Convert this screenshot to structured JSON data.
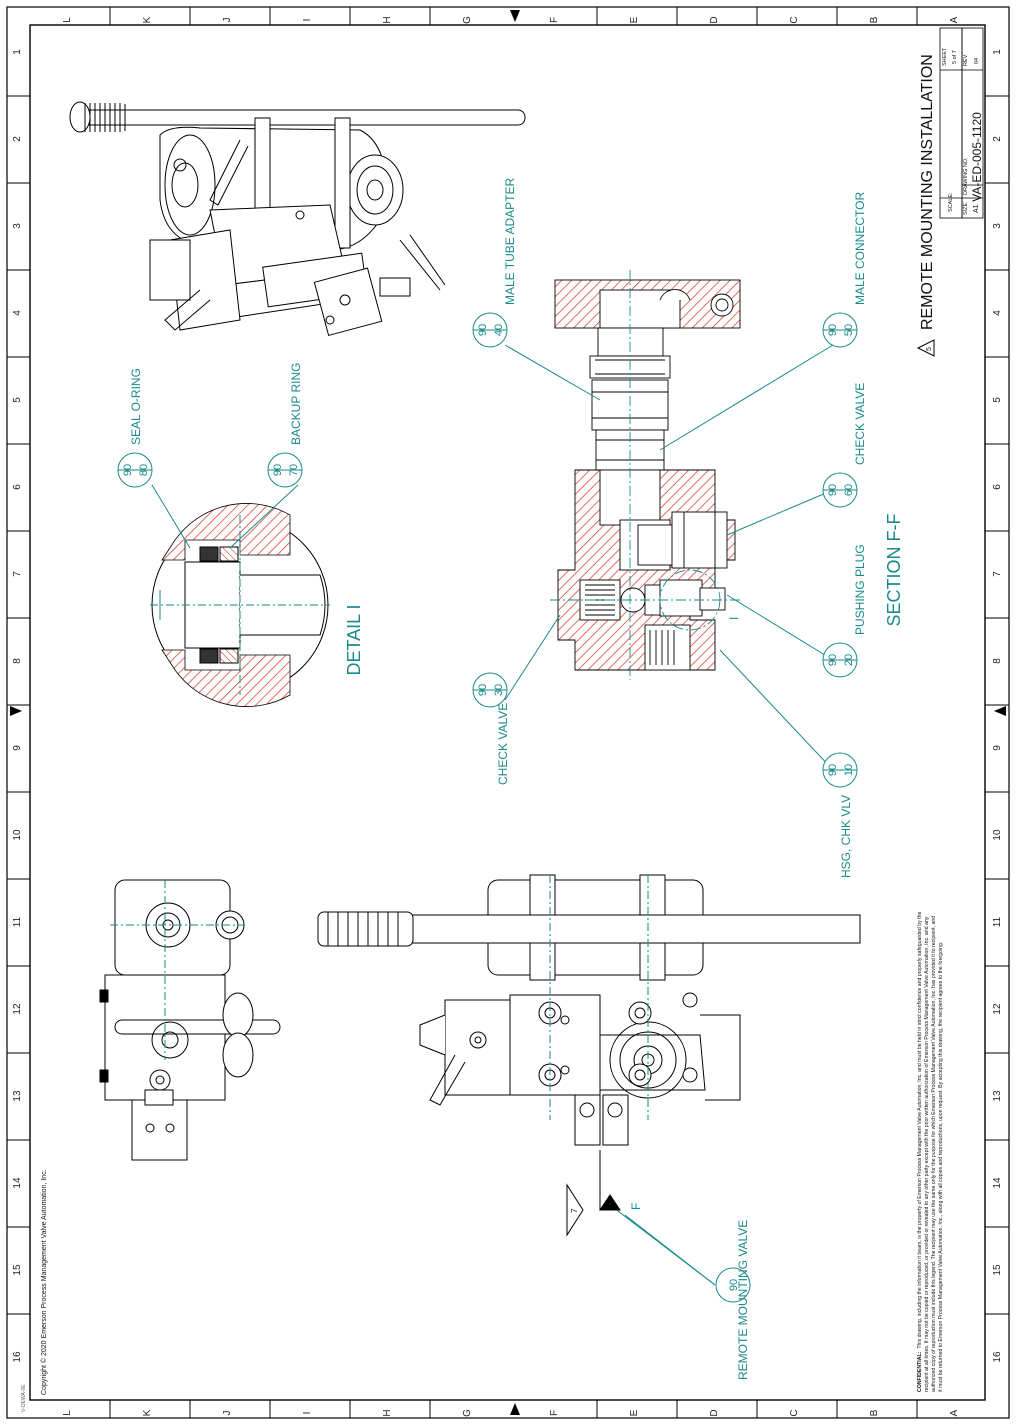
{
  "sheet": {
    "title": "REMOTE MOUNTING INSTALLATION",
    "title_marker": "5",
    "copyright": "Copyright © 2020 Emerson Process Management Valve Automation, Inc.",
    "confidential_label": "CONFIDENTIAL:",
    "confidential_lines": [
      "This drawing, including the information it bears, is the property of Emerson Process Management Valve Automation, Inc. and must be held in strict confidence and properly safeguarded by the",
      "recipient at all times.  It may not be copied or reproduced, or provided or revealed to any other party except with the prior written authorization of Emerson Process Management Valve Automation, Inc. and any",
      "authorized copy of reproduction must include this legend.  The recipient may use the same only for the purpose for which Emerson Process Management Valve Automation, Inc. has provided it to recipient, and",
      "it must be returned to Emerson Process Management Valve Automation, Inc., along with all copies and reproductions, upon request.  By accepting this drawing, the recipient agrees to the foregoing."
    ],
    "stamp": "V-OEWA-0E"
  },
  "title_block": {
    "size_label": "SIZE",
    "size": "A1",
    "drawing_no_label": "DRAWING NO.",
    "drawing_no": "VA-ED-005-1120",
    "rev_label": "REV.",
    "rev": "04",
    "scale_label": "SCALE:",
    "sheet_label": "SHEET",
    "sheet": "5 of 7"
  },
  "zones": {
    "numbers": [
      "1",
      "2",
      "3",
      "4",
      "5",
      "6",
      "7",
      "8",
      "9",
      "10",
      "11",
      "12",
      "13",
      "14",
      "15",
      "16"
    ],
    "letters": [
      "L",
      "K",
      "J",
      "I",
      "H",
      "G",
      "F",
      "E",
      "D",
      "C",
      "B",
      "A"
    ]
  },
  "views": {
    "section_title": "SECTION F-F",
    "detail_title": "DETAIL I",
    "detail_marker": "I",
    "section_marker": "F",
    "section_marker_2": "7"
  },
  "callouts": [
    {
      "label": "MALE TUBE ADAPTER",
      "top": "90",
      "bottom": "40"
    },
    {
      "label": "MALE CONNECTOR",
      "top": "90",
      "bottom": "50"
    },
    {
      "label": "CHECK VALVE",
      "top": "90",
      "bottom": "60"
    },
    {
      "label": "PUSHING PLUG",
      "top": "90",
      "bottom": "20"
    },
    {
      "label": "HSG, CHK VLV",
      "top": "90",
      "bottom": "10"
    },
    {
      "label": "CHECK VALVE",
      "top": "90",
      "bottom": "30"
    },
    {
      "label": "SEAL O-RING",
      "top": "90",
      "bottom": "80"
    },
    {
      "label": "BACKUP RING",
      "top": "90",
      "bottom": "70"
    },
    {
      "label": "REMOTE MOUNTING VALVE",
      "top": "90",
      "bottom": ""
    }
  ]
}
